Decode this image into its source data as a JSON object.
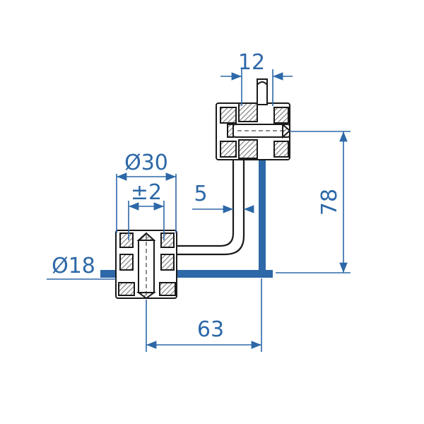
{
  "dimensions": {
    "glass_thickness": "12",
    "outer_diameter": "Ø30",
    "tolerance": "±2",
    "gap": "5",
    "bolt_diameter": "Ø18",
    "height": "78",
    "width": "63"
  },
  "colors": {
    "dimension": "#2d68a8",
    "glass": "#2d68a8",
    "outline": "#1a1a1a",
    "hatch": "#777777",
    "steel_fill": "#ffffff"
  }
}
